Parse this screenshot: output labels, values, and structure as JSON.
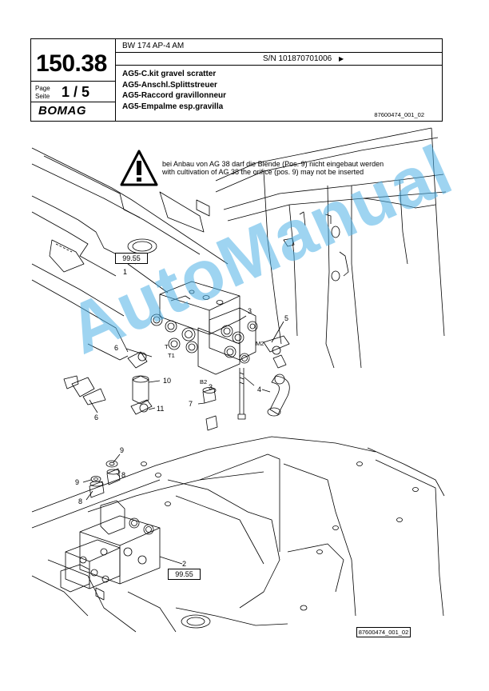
{
  "header": {
    "page_number": "150.38",
    "page_label": "Page\nSeite",
    "page_fraction": "1 / 5",
    "brand": "BOMAG",
    "model": "BW 174 AP-4 AM",
    "serial": "S/N 101870701006",
    "serial_arrow": "▶",
    "titles": [
      "AG5-C.kit gravel scratter",
      "AG5-Anschl.Splittstreuer",
      "AG5-Raccord gravillonneur",
      "AG5-Empalme esp.gravilla"
    ],
    "doc_number": "87600474_001_02"
  },
  "warning": {
    "icon": "warning-triangle-icon",
    "line1": "bei Anbau von AG 38 darf die Blende (Pos. 9) nicht eingebaut werden",
    "line2": "with cultivation of AG 38 the orifice (pos. 9) may not be inserted"
  },
  "drawing": {
    "top_ref": "99.55",
    "bottom_ref": "99.55",
    "callouts_top": [
      "1",
      "3",
      "5",
      "6",
      "10",
      "4",
      "7",
      "11",
      "6"
    ],
    "port_labels": [
      "T",
      "T1",
      "B2",
      "M2"
    ],
    "callouts_bottom": [
      "9",
      "9",
      "8",
      "8",
      "2"
    ],
    "figure_id": "87600474_001_02"
  },
  "watermark": "AutoManual"
}
